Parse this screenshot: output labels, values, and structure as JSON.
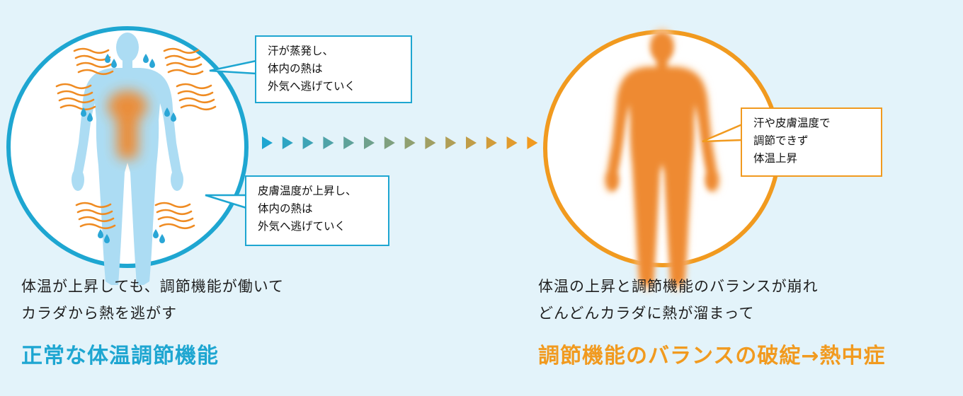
{
  "colors": {
    "background": "#e3f3fa",
    "normal_accent": "#1ea6d1",
    "failure_accent": "#f19a1f",
    "body_light_blue": "#acdcf3",
    "core_heat_orange": "#ee8a30",
    "heat_wave_orange": "#ef8b22",
    "sweat_blue": "#2aa6d6"
  },
  "icons": {
    "body_normal": "human-body-silhouette-icon",
    "body_hot": "overheated-body-silhouette-icon",
    "heat_wave": "heat-wave-arrows-icon",
    "sweat": "sweat-drops-icon",
    "progress_arrow": "triangle-chevron-icon"
  },
  "normal": {
    "callout_top": [
      "汗が蒸発し、",
      "体内の熱は",
      "外気へ逃げていく"
    ],
    "callout_bottom": [
      "皮膚温度が上昇し、",
      "体内の熱は",
      "外気へ逃げていく"
    ],
    "caption_lines": [
      "体温が上昇しても、調節機能が働いて",
      "カラダから熱を逃がす"
    ],
    "title": "正常な体温調節機能"
  },
  "failure": {
    "callout": [
      "汗や皮膚温度で",
      "調節できず",
      "体温上昇"
    ],
    "caption_lines": [
      "体温の上昇と調節機能のバランスが崩れ",
      "どんどんカラダに熱が溜まって"
    ],
    "title": "調節機能のバランスの破綻→熱中症"
  },
  "arrow_count": 14
}
